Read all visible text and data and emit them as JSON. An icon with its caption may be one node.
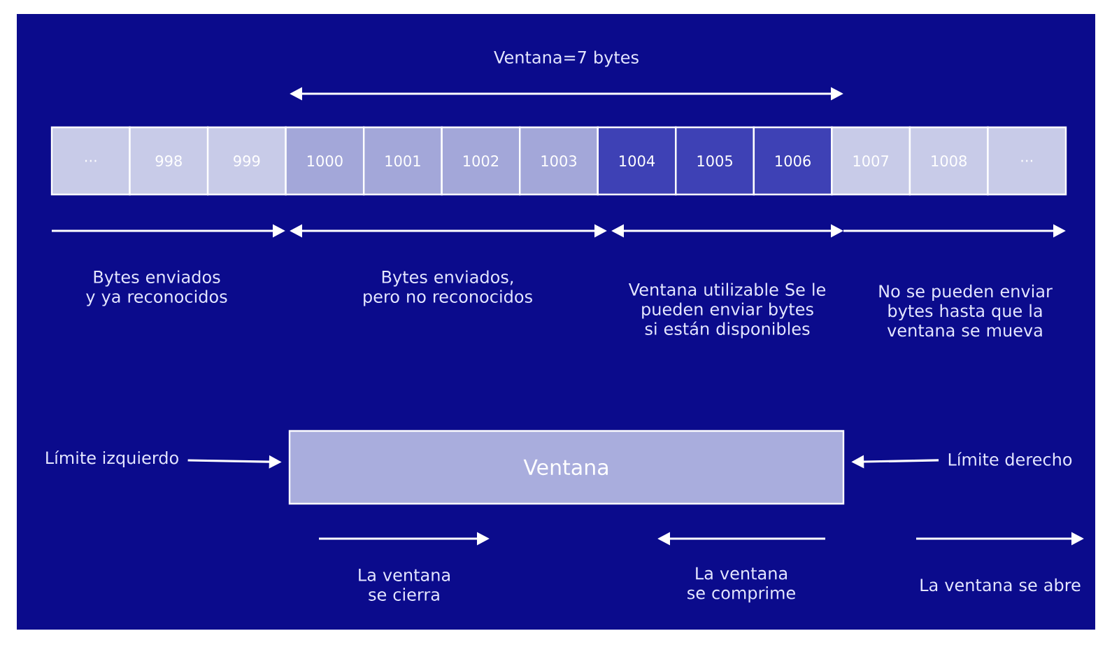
{
  "diagram": {
    "nodes": [
      {
        "text": [
          "..."
        ]
      },
      {
        "text": [
          "998"
        ]
      },
      {
        "text": [
          "999"
        ]
      },
      {
        "text": [
          "1000"
        ]
      },
      {
        "text": [
          "1001"
        ]
      },
      {
        "text": [
          "1002"
        ]
      },
      {
        "text": [
          "1003"
        ]
      },
      {
        "text": [
          "1004"
        ]
      },
      {
        "text": [
          "1005"
        ]
      },
      {
        "text": [
          "1006"
        ]
      },
      {
        "text": [
          "1007"
        ]
      },
      {
        "text": [
          "1008"
        ]
      },
      {
        "text": [
          "..."
        ]
      },
      {
        "text": [
          "Límite izquierdo"
        ]
      },
      {
        "text": [
          "Ventana"
        ]
      },
      {
        "text": [
          "Límite derecho"
        ]
      }
    ],
    "edges": [
      {
        "from": 13,
        "to": 14,
        "arrow": "to"
      },
      {
        "from": 15,
        "to": 14,
        "arrow": "to"
      }
    ],
    "labels": [
      "Ventana=7 bytes",
      "Bytes enviados y ya reconocidos",
      "Bytes enviados, pero no reconocidos",
      "Ventana utilizable Se le pueden enviar bytes si están disponibles",
      "No se pueden enviar bytes hasta que la ventana se mueva",
      "La ventana se cierra",
      "La ventana se comprime",
      "La ventana se abre"
    ]
  }
}
